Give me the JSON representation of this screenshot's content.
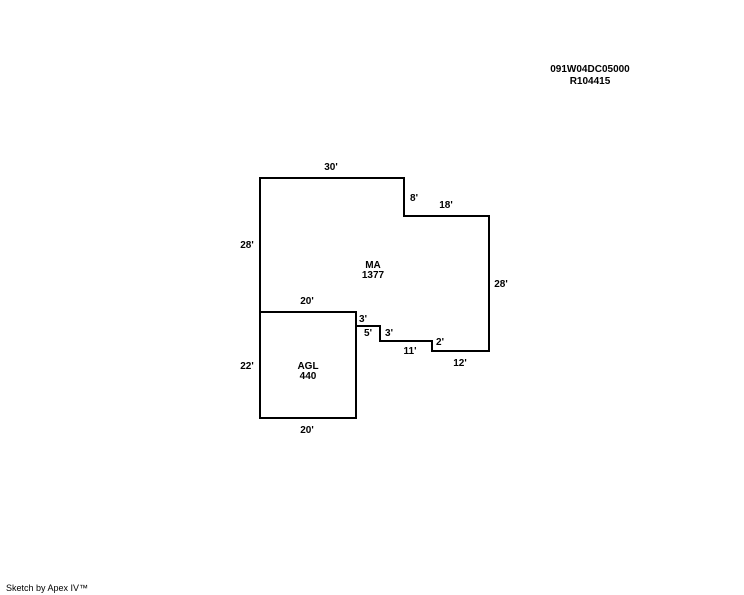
{
  "header": {
    "parcel_id": "091W04DC05000",
    "account": "R104415"
  },
  "areas": [
    {
      "code": "MA",
      "size": "1377"
    },
    {
      "code": "AGL",
      "size": "440"
    }
  ],
  "dimensions": {
    "ma_top": "30'",
    "ma_notch": "8'",
    "ma_top_right": "18'",
    "ma_left": "28'",
    "ma_right": "28'",
    "ma_bottom_right": "12'",
    "step_2": "2'",
    "step_11": "11'",
    "step_3b": "3'",
    "step_5": "5'",
    "step_3a": "3'",
    "agl_top": "20'",
    "agl_left": "22'",
    "agl_bottom": "20'"
  },
  "footer": {
    "credit": "Sketch by Apex IV™"
  }
}
